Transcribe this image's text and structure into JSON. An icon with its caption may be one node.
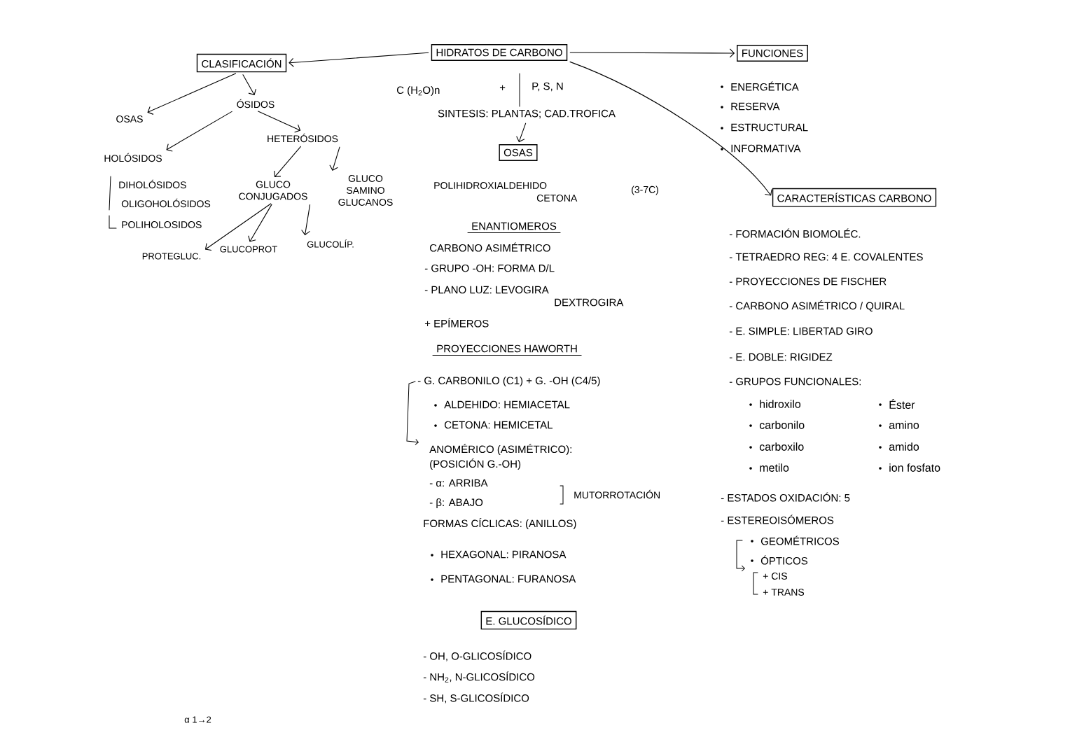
{
  "diagram": {
    "nodes": [
      {
        "text": [
          "HIDRATOS DE CARBONO"
        ]
      },
      {
        "text": [
          "CLASIFICACIÓN"
        ]
      },
      {
        "text": [
          "FUNCIONES"
        ]
      },
      {
        "text": [
          "CARACTERÍSTICAS CARBONO"
        ]
      },
      {
        "text": [
          "OSAS"
        ]
      },
      {
        "text": [
          "E. GLUCOSÍDICO"
        ]
      },
      {
        "text": [
          "SINTESIS: PLANTAS; CAD.TROFICA"
        ]
      },
      {
        "text": [
          "ÓSIDOS"
        ]
      },
      {
        "text": [
          "OSAS"
        ]
      },
      {
        "text": [
          "HETERÓSIDOS"
        ]
      },
      {
        "text": [
          "HOLÓSIDOS"
        ]
      },
      {
        "text": [
          "GLUCO CONJUGADOS"
        ]
      },
      {
        "text": [
          "GLUCO SAMINO GLUCANOS"
        ]
      },
      {
        "text": [
          "PROTEGLUC."
        ]
      },
      {
        "text": [
          "GLUCOPROT"
        ]
      },
      {
        "text": [
          "GLUCOLÍP."
        ]
      }
    ],
    "edges": [
      {
        "from": 0,
        "to": 1,
        "arrow": "to"
      },
      {
        "from": 0,
        "to": 2,
        "arrow": "to"
      },
      {
        "from": 0,
        "to": 3,
        "arrow": "to"
      },
      {
        "from": 6,
        "to": 4,
        "arrow": "to"
      },
      {
        "from": 1,
        "to": 7,
        "arrow": "to"
      },
      {
        "from": 1,
        "to": 8,
        "arrow": "to"
      },
      {
        "from": 7,
        "to": 9,
        "arrow": "to"
      },
      {
        "from": 7,
        "to": 10,
        "arrow": "to"
      },
      {
        "from": 9,
        "to": 11,
        "arrow": "to"
      },
      {
        "from": 9,
        "to": 12,
        "arrow": "to"
      },
      {
        "from": 11,
        "to": 13,
        "arrow": "to"
      },
      {
        "from": 11,
        "to": 14,
        "arrow": "to"
      },
      {
        "from": 11,
        "to": 15,
        "arrow": "to"
      }
    ],
    "labels": [
      "DIHOLÓSIDOS",
      "OLIGOHOLÓSIDOS",
      "POLIHOLOSIDOS",
      "C (H$_{2}$O)n",
      "+",
      "P, S, N",
      "POLIHIDROXIALDEHIDO",
      "CETONA",
      "(3-7C)",
      "ENANTIOMEROS",
      "CARBONO ASIMÉTRICO",
      "- GRUPO -OH: FORMA D/L",
      "- PLANO LUZ: LEVOGIRA",
      "DEXTROGIRA",
      "+ EPÍMEROS",
      "PROYECCIONES HAWORTH",
      "- G. CARBONILO (C1) + G. -OH (C4/5)",
      "ALDEHIDO: HEMIACETAL",
      "CETONA: HEMICETAL",
      "ANOMÉRICO (ASIMÉTRICO):",
      "(POSICIÓN G.-OH)",
      "- α: ARRIBA",
      "- β: ABAJO",
      "MUTORROTACIÓN",
      "FORMAS CÍCLICAS: (ANILLOS)",
      "HEXAGONAL: PIRANOSA",
      "PENTAGONAL: FURANOSA",
      "- OH, O-GLICOSÍDICO",
      "- NH$_{2}$, N-GLICOSÍDICO",
      "- SH, S-GLICOSÍDICO",
      "ENERGÉTICA",
      "RESERVA",
      "ESTRUCTURAL",
      "INFORMATIVA",
      "- FORMACIÓN BIOMOLÉC.",
      "- TETRAEDRO REG: 4 E. COVALENTES",
      "- PROYECCIONES DE FISCHER",
      "- CARBONO ASIMÉTRICO / QUIRAL",
      "- E. SIMPLE: LIBERTAD GIRO",
      "- E. DOBLE: RIGIDEZ",
      "- GRUPOS FUNCIONALES:",
      "hidroxilo",
      "Éster",
      "carbonilo",
      "amino",
      "carboxilo",
      "amido",
      "metilo",
      "ion fosfato",
      "- ESTADOS OXIDACIÓN: 5",
      "- ESTEREOISÓMEROS",
      "GEOMÉTRICOS",
      "ÓPTICOS",
      "+ CIS",
      "+ TRANS",
      "α 1→2"
    ]
  }
}
